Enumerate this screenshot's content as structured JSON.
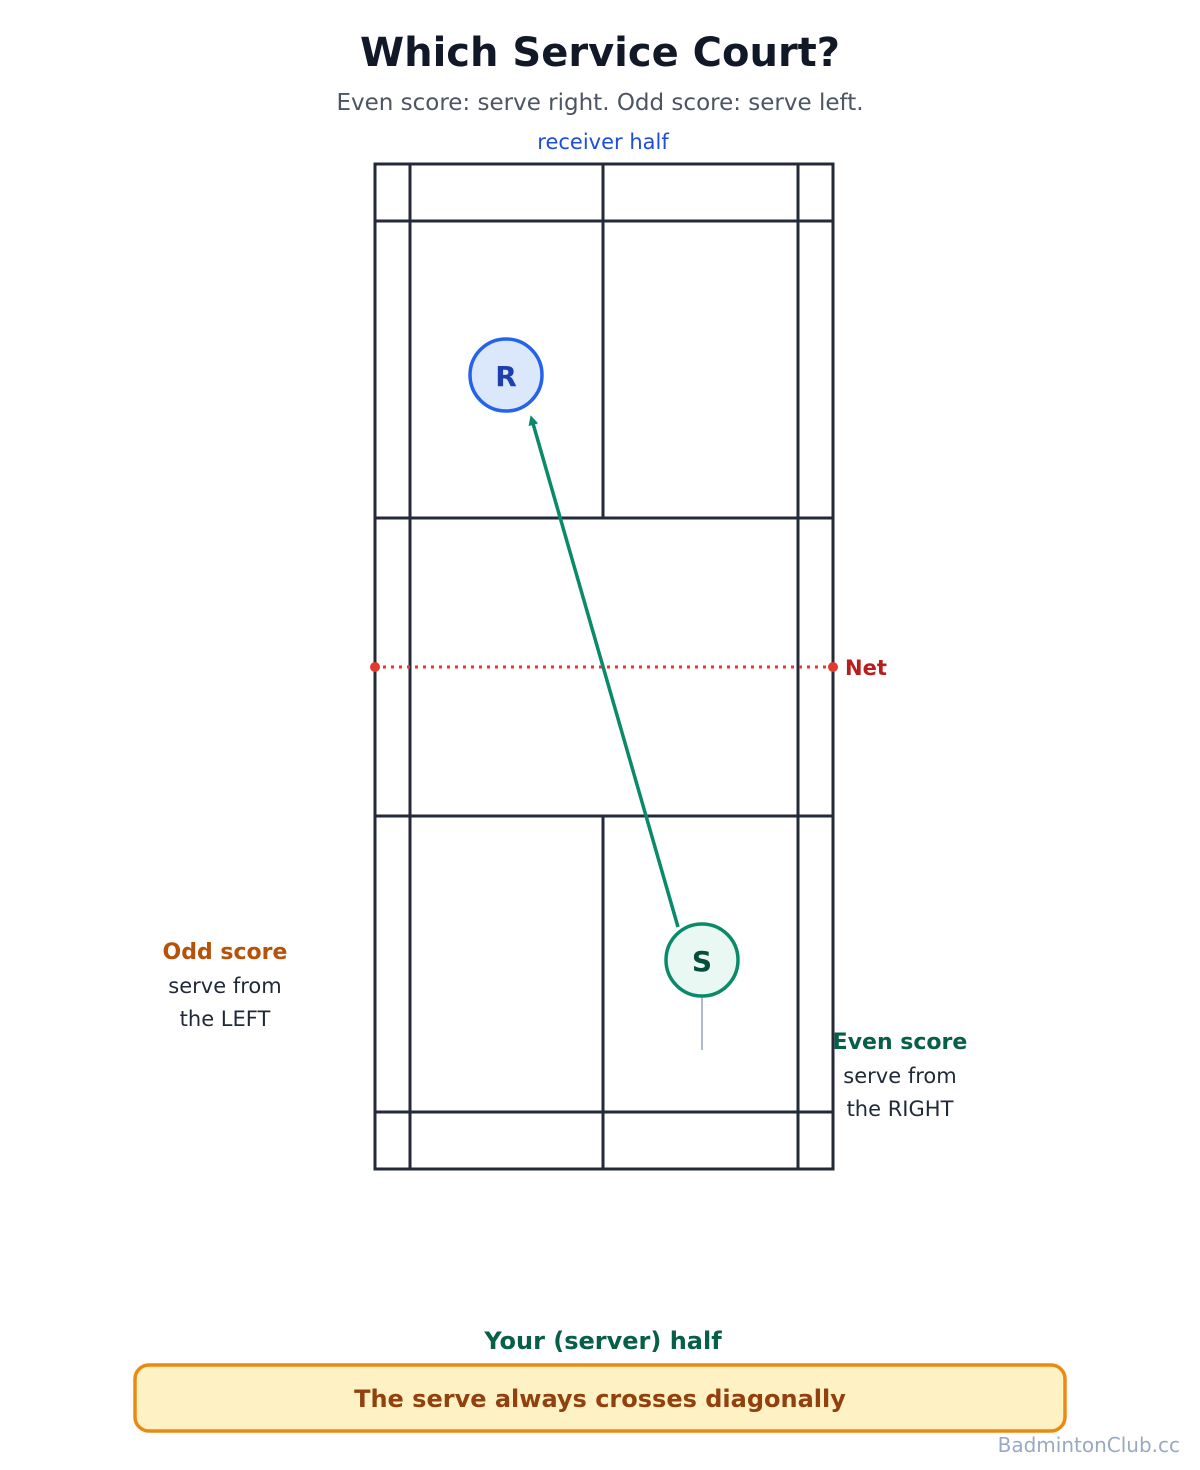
{
  "title": "Which Service Court?",
  "subtitle": "Even score: serve right. Odd score: serve left.",
  "receiver_label": "receiver half",
  "net_label": "Net",
  "odd": {
    "heading": "Odd score",
    "line1": "serve from",
    "line2": "the LEFT"
  },
  "even": {
    "heading": "Even score",
    "line1": "serve from",
    "line2": "the RIGHT"
  },
  "server_half_label": "Your (server) half",
  "banner_text": "The serve always crosses diagonally",
  "watermark": "BadmintonClub.cc",
  "receiver_player": {
    "letter": "R",
    "icon": "receiver-player-icon"
  },
  "server_player": {
    "letter": "S",
    "icon": "server-player-icon"
  },
  "colors": {
    "court_fill": "#f8f8fd",
    "court_lines": "#252a3a",
    "net": "#e23b2e",
    "serve_arrow": "#0a8a6a",
    "receiver_stroke": "#2563eb",
    "receiver_fill": "#dbe7fb",
    "server_stroke": "#0a8a6a",
    "server_fill": "#eaf8f3",
    "banner_fill": "#fef2c4",
    "banner_stroke": "#ea8a12"
  }
}
